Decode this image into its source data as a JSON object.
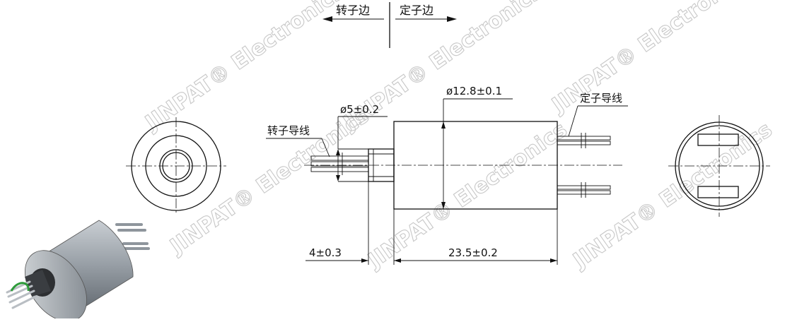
{
  "direction_labels": {
    "rotor_side": "转子边",
    "stator_side": "定子边"
  },
  "wire_labels": {
    "rotor_wire": "转子导线",
    "stator_wire": "定子导线"
  },
  "dimensions": {
    "shaft_diameter": "ø5±0.2",
    "body_diameter": "ø12.8±0.1",
    "shaft_length": "4±0.3",
    "body_length": "23.5±0.2"
  },
  "watermark": {
    "text": "JINPAT® Electronics"
  },
  "colors": {
    "line": "#111111",
    "watermark": "#c8c8c8",
    "body_gray": "#9aa1a8",
    "wire_green": "#2e9b3a"
  }
}
